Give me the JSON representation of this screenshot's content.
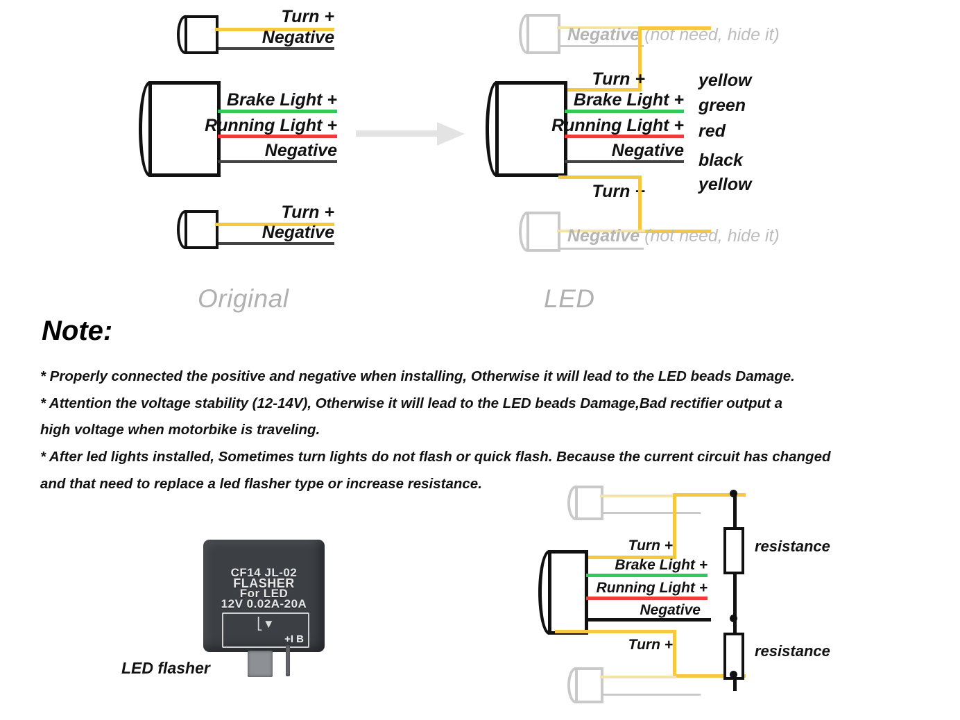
{
  "diagram": {
    "original": {
      "caption": "Original",
      "turn_top": {
        "wire1": "Turn +",
        "wire2": "Negative"
      },
      "main": {
        "wire1": "Brake Light +",
        "wire2": "Running Light +",
        "wire3": "Negative"
      },
      "turn_bottom": {
        "wire1": "Turn +",
        "wire2": "Negative"
      }
    },
    "led": {
      "caption": "LED",
      "turn_top": {
        "label_bold": "Negative",
        "label_thin": "(not need, hide it)"
      },
      "main": {
        "wire1": "Turn +",
        "wire2": "Brake Light +",
        "wire3": "Running Light +",
        "wire4": "Negative",
        "wire5": "Turn +"
      },
      "turn_bottom": {
        "label_bold": "Negative",
        "label_thin": "(not need, hide it)"
      },
      "color_legend": [
        "yellow",
        "green",
        "red",
        "black",
        "yellow"
      ]
    },
    "arrow_name": "transition-arrow"
  },
  "note": {
    "heading": "Note:",
    "lines": [
      "* Properly connected the positive and negative when installing, Otherwise it will lead to the LED beads Damage.",
      "* Attention the voltage stability (12-14V), Otherwise it will lead to the LED beads Damage,Bad rectifier output a",
      "high voltage when motorbike is traveling.",
      "* After led lights installed, Sometimes turn lights do not flash or quick flash. Because the current circuit has changed",
      "and that need to replace a led flasher type or increase resistance."
    ]
  },
  "flasher": {
    "caption": "LED flasher",
    "label_line1": "CF14 JL-02",
    "label_line2": "FLASHER",
    "label_line3": "For LED",
    "label_line4": "12V 0.02A-20A",
    "panel_marking": "+I B"
  },
  "resistance_circuit": {
    "main": {
      "wire1": "Turn +",
      "wire2": "Brake Light +",
      "wire3": "Running Light +",
      "wire4": "Negative",
      "wire5": "Turn +"
    },
    "resistor_top_label": "resistance",
    "resistor_bottom_label": "resistance"
  },
  "colors": {
    "yellow": "#f5c842",
    "green": "#35c759",
    "red": "#ef3b3b",
    "black": "#444444",
    "ghost": "#c9c9c9"
  }
}
